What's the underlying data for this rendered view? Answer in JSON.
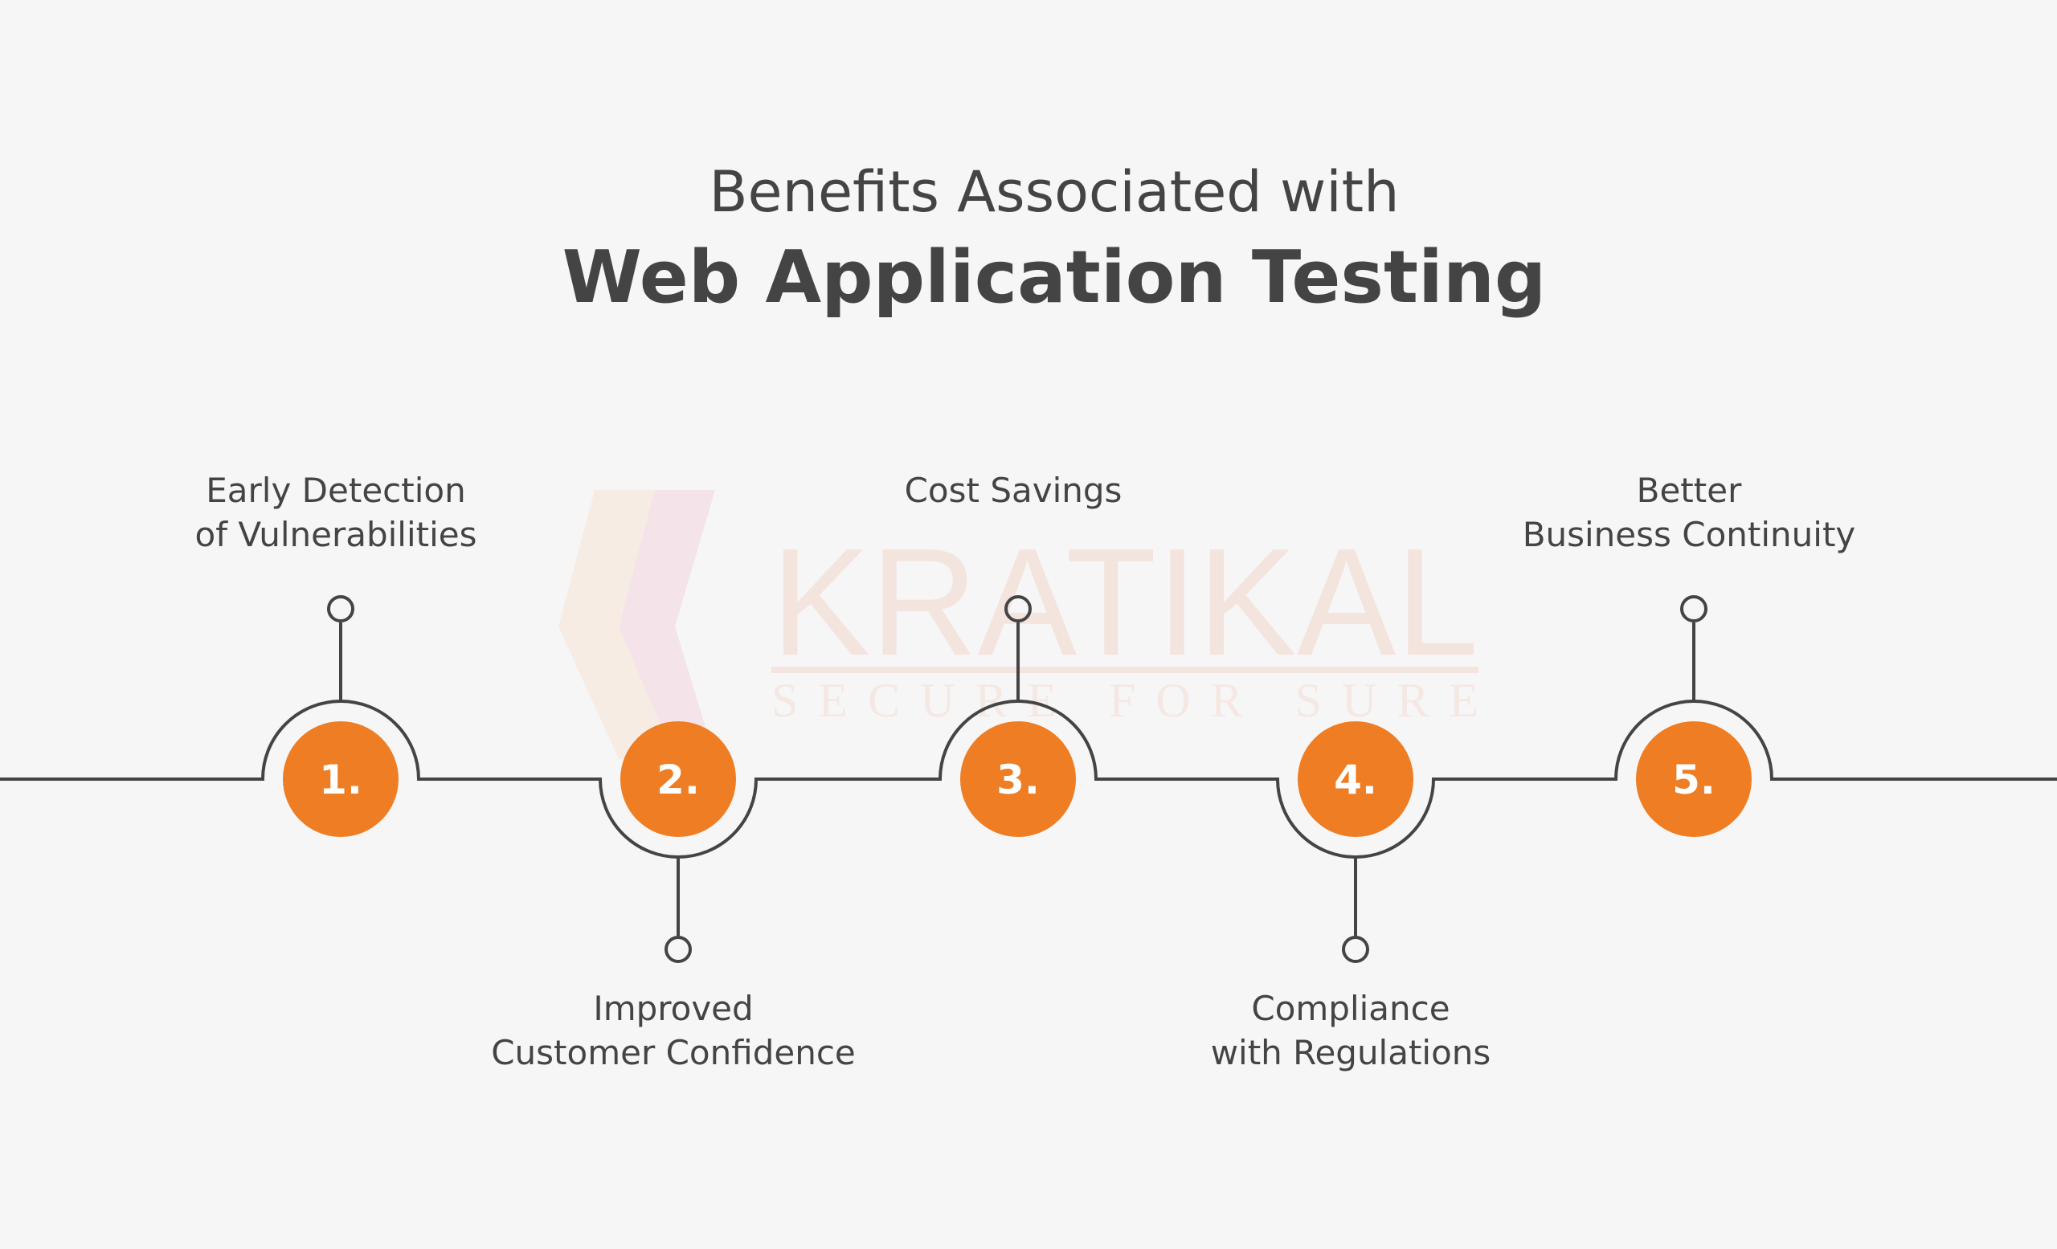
{
  "title": {
    "line1": "Benefits Associated with",
    "line2": "Web Application Testing"
  },
  "watermark": {
    "brand": "KRATIKAL",
    "tagline": "SECURE FOR SURE"
  },
  "colors": {
    "accent": "#ee7d23",
    "line": "#444444",
    "text": "#444444",
    "background": "#f6f6f7"
  },
  "steps": [
    {
      "number": "1.",
      "label_lines": [
        "Early Detection",
        "of Vulnerabilities"
      ],
      "position": "top"
    },
    {
      "number": "2.",
      "label_lines": [
        "Improved",
        "Customer Confidence"
      ],
      "position": "bottom"
    },
    {
      "number": "3.",
      "label_lines": [
        "Cost Savings"
      ],
      "position": "top"
    },
    {
      "number": "4.",
      "label_lines": [
        "Compliance",
        "with Regulations"
      ],
      "position": "bottom"
    },
    {
      "number": "5.",
      "label_lines": [
        "Better",
        "Business Continuity"
      ],
      "position": "top"
    }
  ]
}
